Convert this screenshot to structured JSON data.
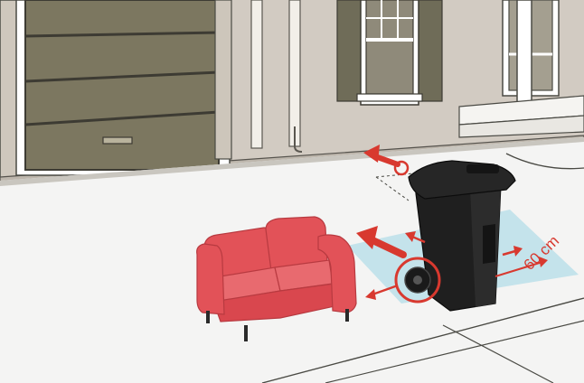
{
  "illustration": {
    "clearance_label": "60 cm"
  },
  "colors": {
    "siding": "#d2cbc2",
    "garage_door": "#7c7760",
    "trim": "#ffffff",
    "window_shutter": "#6f6c58",
    "driveway": "#f4f4f3",
    "clearance_zone": "#bfe1ea",
    "arrow": "#d8392f",
    "bin": "#1f1f1f",
    "couch": "#e25258"
  },
  "icons": [
    "garage-door",
    "house-window",
    "couch",
    "garbage-bin",
    "clearance-arrow"
  ]
}
